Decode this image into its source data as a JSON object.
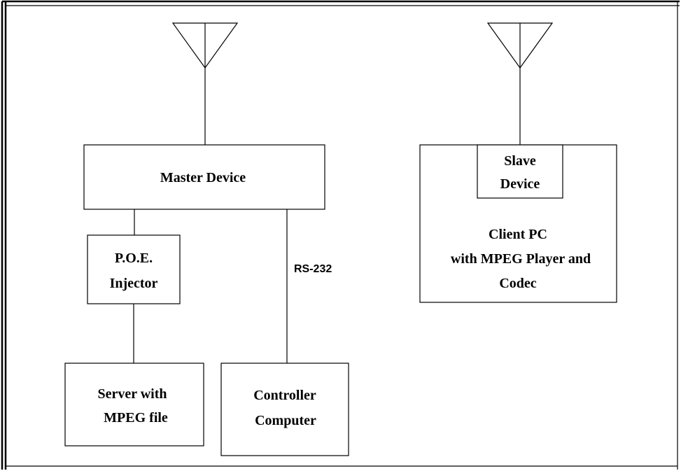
{
  "diagram": {
    "antenna_left_label": "antenna",
    "master_device": "Master Device",
    "poe_injector": [
      "P.O.E.",
      "Injector"
    ],
    "server": [
      "Server with",
      "MPEG file"
    ],
    "controller": [
      "Controller",
      "Computer"
    ],
    "rs232": "RS-232",
    "slave_device": [
      "Slave",
      "Device"
    ],
    "client_pc": [
      "Client PC",
      "with MPEG Player and",
      "Codec"
    ]
  }
}
